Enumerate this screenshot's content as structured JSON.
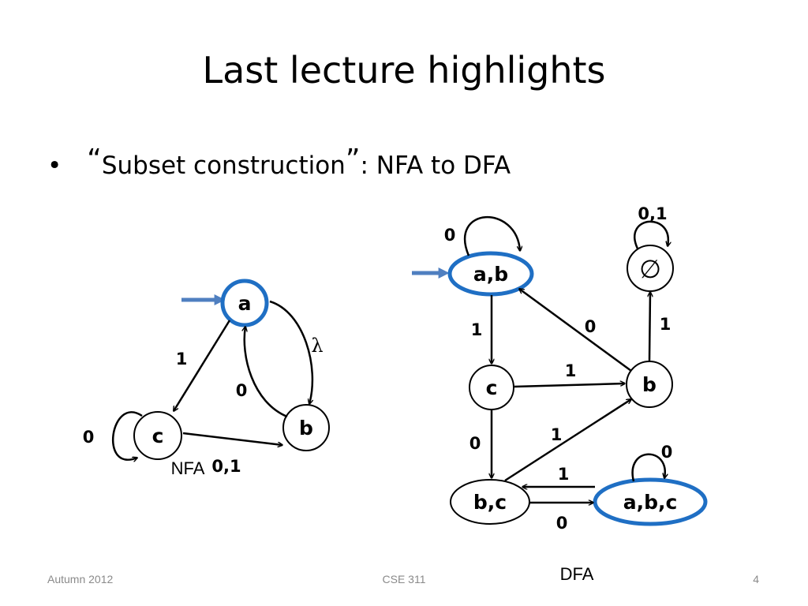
{
  "slide": {
    "title": "Last lecture highlights",
    "bullet": {
      "marker": "•",
      "open_quote": "“",
      "phrase": "Subset construction",
      "close_quote": "”",
      "rest": ": NFA to DFA"
    },
    "footer": {
      "left": "Autumn 2012",
      "center": "CSE 311",
      "right": "4"
    }
  },
  "colors": {
    "accent_blue": "#1f6fc4",
    "start_arrow": "#4f7fc0"
  },
  "nfa": {
    "caption": "NFA",
    "states": {
      "a": "a",
      "b": "b",
      "c": "c"
    },
    "edges": {
      "a_to_c": "1",
      "b_to_a": "0",
      "a_to_b": "λ",
      "c_loop": "0",
      "c_to_b": "0,1"
    }
  },
  "dfa": {
    "caption": "DFA",
    "states": {
      "ab": "a,b",
      "empty": "∅",
      "c": "c",
      "b": "b",
      "bc": "b,c",
      "abc": "a,b,c"
    },
    "edges": {
      "ab_loop": "0",
      "empty_loop": "0,1",
      "ab_to_c": "1",
      "b_to_ab": "0",
      "b_to_empty": "1",
      "c_to_b": "1",
      "c_to_bc": "0",
      "bc_to_b": "1",
      "abc_to_bc": "1",
      "abc_loop": "0",
      "bc_to_abc": "0"
    }
  }
}
